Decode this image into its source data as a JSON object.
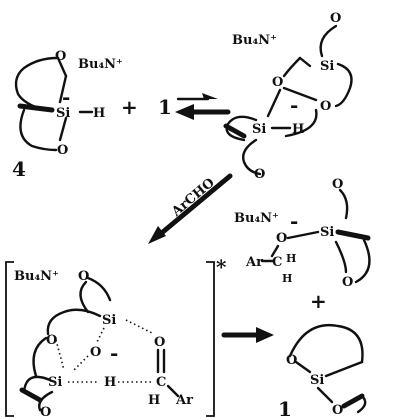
{
  "scheme": {
    "counterion": "Bu₄N⁺",
    "plus": "+",
    "minus": "-",
    "star": "*",
    "reagent_label": "1",
    "silane_label": "4",
    "product_label": "1",
    "reagent_arrow_label": "ArCHO",
    "atoms": {
      "o": "O",
      "si": "Si",
      "h": "H",
      "c": "C",
      "ar": "Ar"
    }
  }
}
